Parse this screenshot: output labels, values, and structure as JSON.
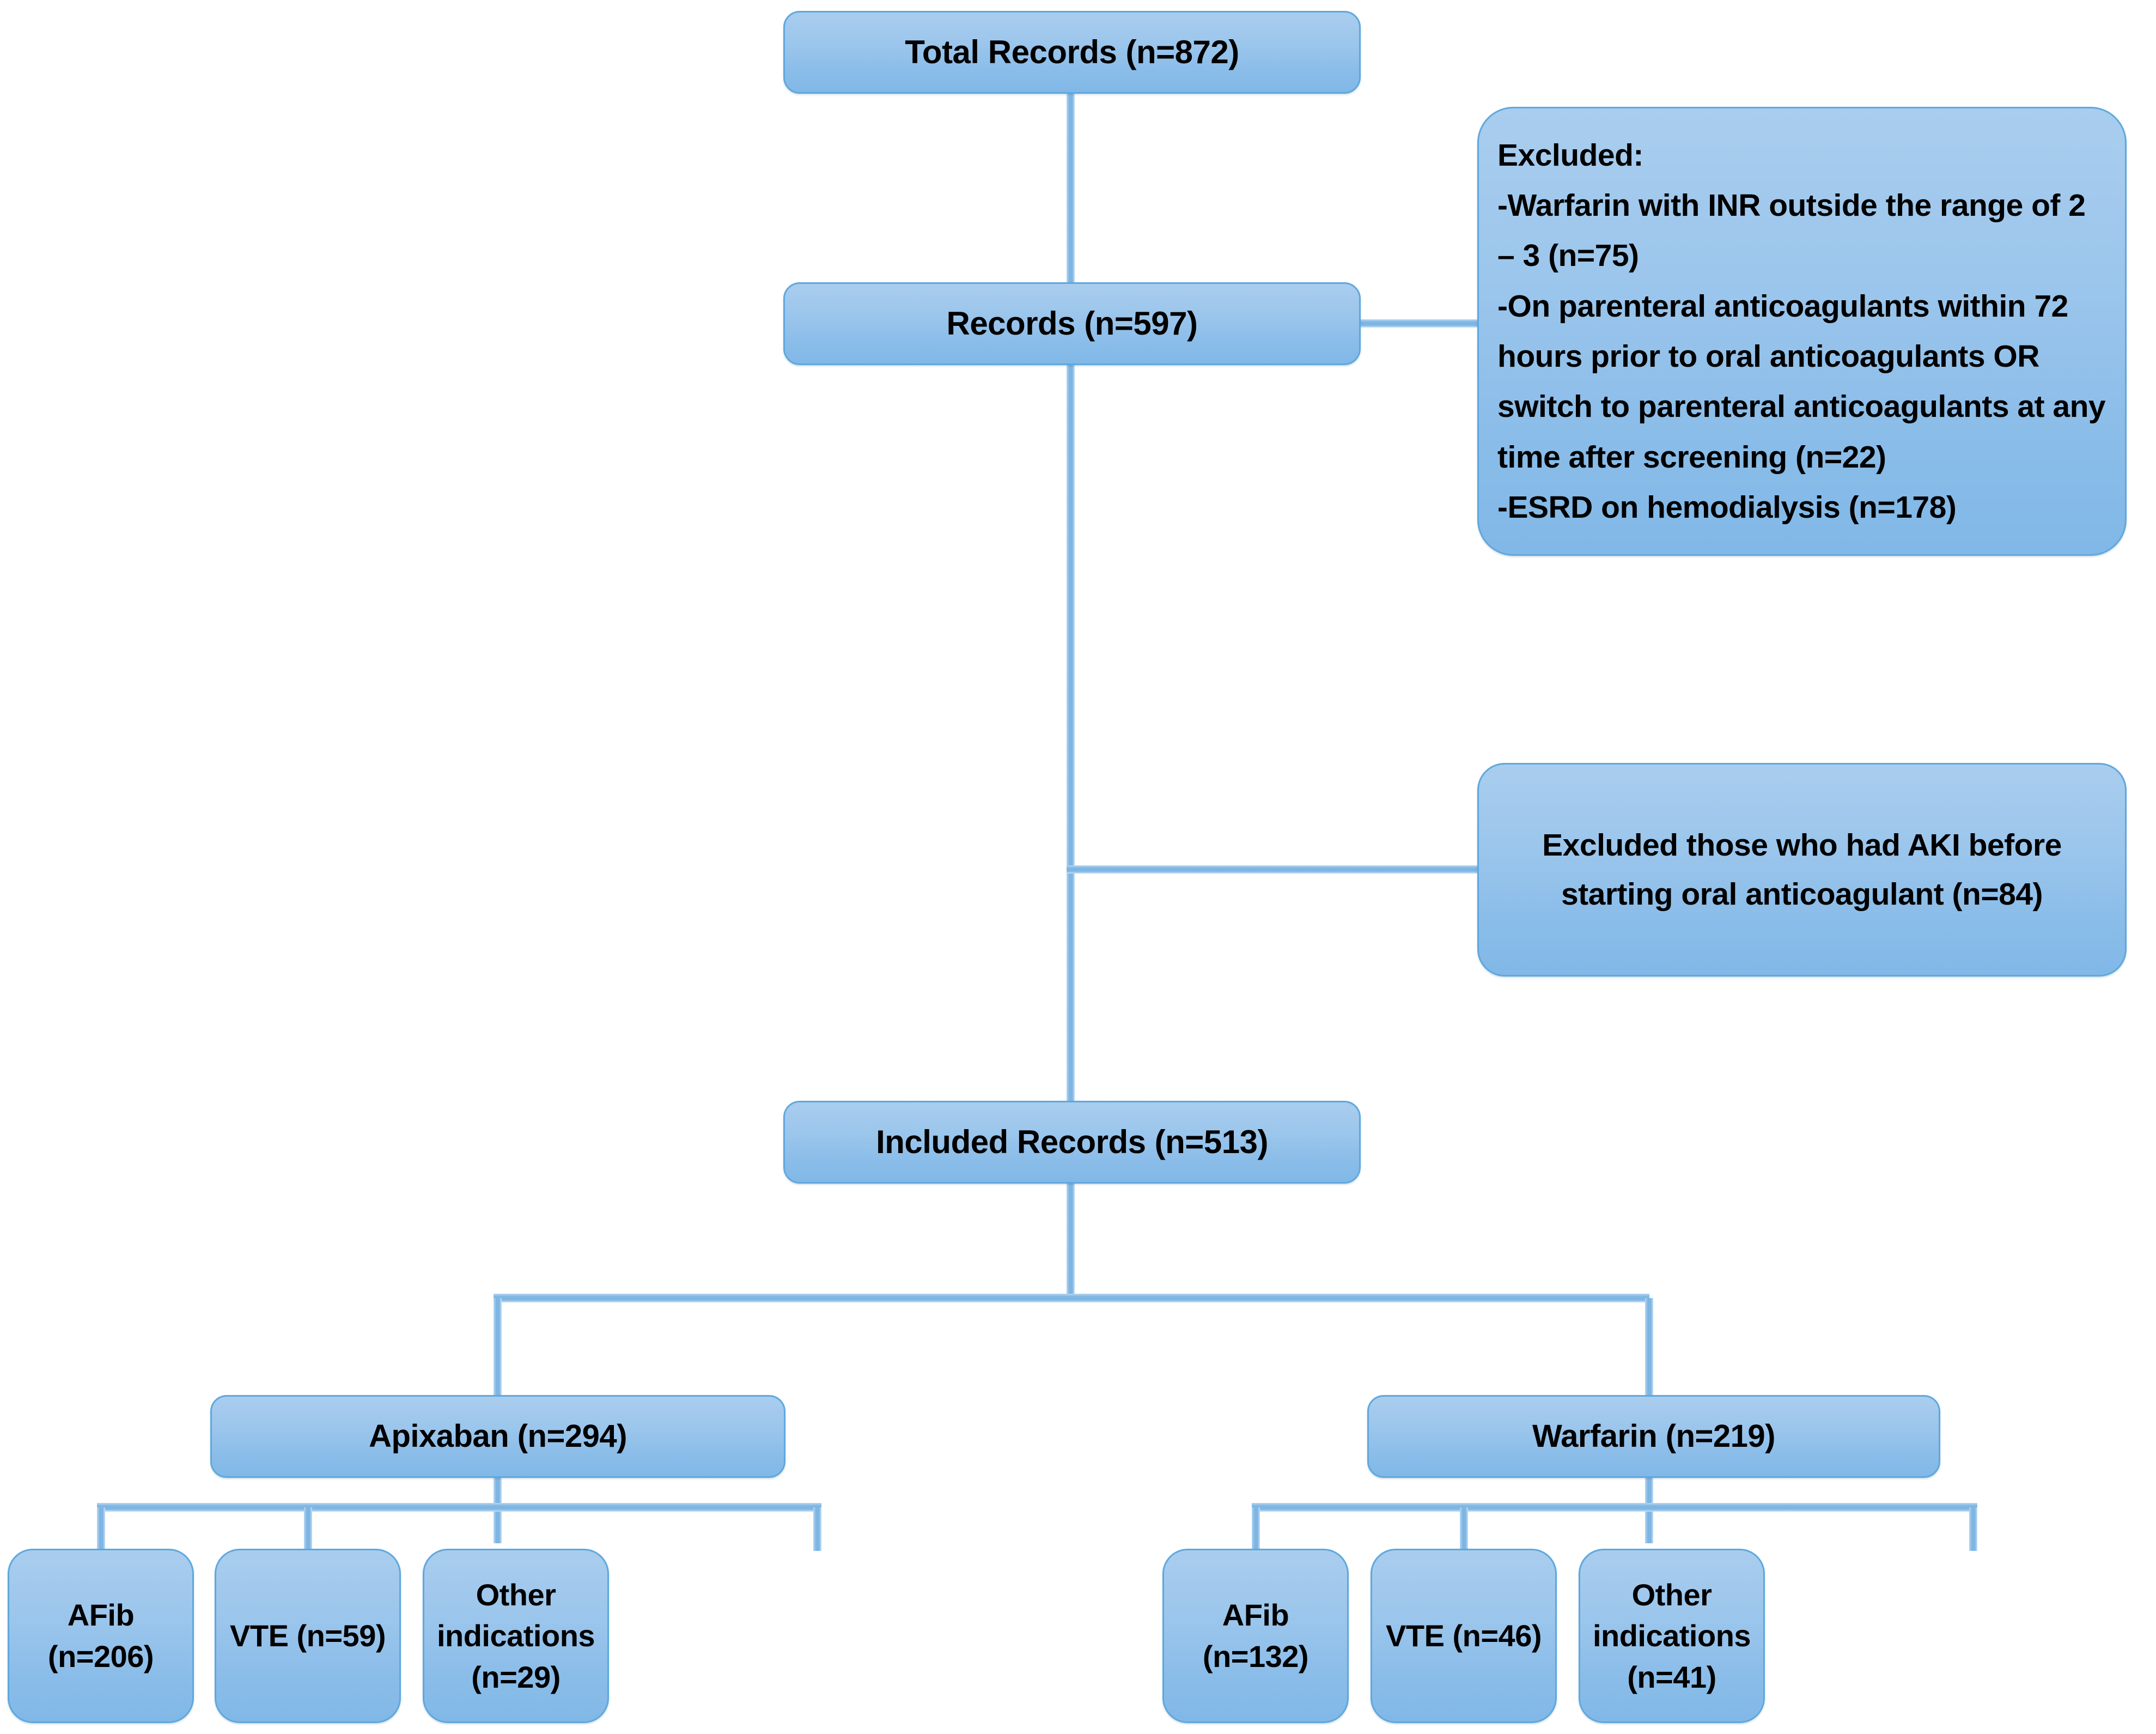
{
  "diagram": {
    "title": "Study participant selection flow diagram",
    "colors": {
      "box_fill_top": "#a9cdee",
      "box_fill_bottom": "#81b8e7",
      "box_border": "#5fa8dd",
      "connector": "#7db5e3",
      "text": "#000000",
      "background": "#ffffff"
    },
    "nodes": {
      "total_records": "Total Records (n=872)",
      "records": "Records (n=597)",
      "excluded_criteria": "Excluded:\n-Warfarin with INR outside the range of 2 – 3  (n=75)\n-On parenteral anticoagulants within 72 hours prior to oral anticoagulants OR switch to parenteral anticoagulants at any time after screening (n=22)\n-ESRD on hemodialysis (n=178)",
      "excluded_aki": "Excluded those who had AKI before starting oral anticoagulant (n=84)",
      "included_records": "Included Records (n=513)",
      "apixaban": "Apixaban (n=294)",
      "warfarin": "Warfarin (n=219)",
      "apixaban_afib": "AFib (n=206)",
      "apixaban_vte": "VTE (n=59)",
      "apixaban_other": "Other indications (n=29)",
      "warfarin_afib": "AFib (n=132)",
      "warfarin_vte": "VTE (n=46)",
      "warfarin_other": "Other indications (n=41)"
    },
    "excluded_criteria_lines": [
      "Excluded:",
      "-Warfarin with INR outside the",
      "range of 2 – 3  (n=75)",
      "-On parenteral anticoagulants",
      "within 72 hours prior to oral",
      "anticoagulants OR switch to",
      "parenteral anticoagulants at",
      "any time after screening (n=22)",
      "-ESRD on hemodialysis (n=178)"
    ]
  },
  "chart_data": {
    "type": "diagram",
    "title": "Patient selection flow",
    "counts": {
      "total_records": 872,
      "records_after_first_exclusion": 597,
      "excluded_warfarin_inr_out_of_range": 75,
      "excluded_parenteral_anticoagulants": 22,
      "excluded_esrd_hemodialysis": 178,
      "excluded_aki_before_oral_anticoagulant": 84,
      "included_records": 513,
      "apixaban": 294,
      "warfarin": 219,
      "apixaban_afib": 206,
      "apixaban_vte": 59,
      "apixaban_other_indications": 29,
      "warfarin_afib": 132,
      "warfarin_vte": 46,
      "warfarin_other_indications": 41
    }
  }
}
